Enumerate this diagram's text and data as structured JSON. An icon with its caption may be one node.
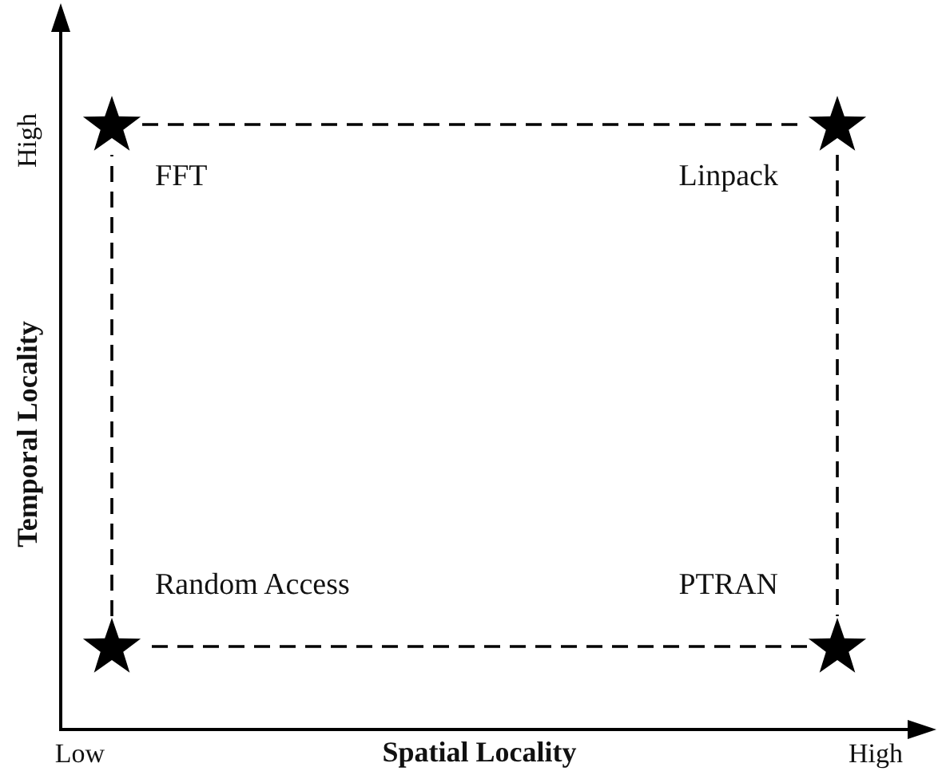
{
  "diagram": {
    "nodes": [
      {
        "text": [],
        "shape": "star",
        "beside": [
          "FFT"
        ]
      },
      {
        "text": [],
        "shape": "star",
        "beside": [
          "Linpack"
        ]
      },
      {
        "text": [],
        "shape": "star",
        "beside": [
          "Random Access"
        ]
      },
      {
        "text": [],
        "shape": "star",
        "beside": [
          "PTRAN"
        ]
      }
    ],
    "edges": [
      {
        "from": 0,
        "to": 1,
        "arrow": "none",
        "style": "dashed"
      },
      {
        "from": 1,
        "to": 3,
        "arrow": "none",
        "style": "dashed"
      },
      {
        "from": 3,
        "to": 2,
        "arrow": "none",
        "style": "dashed"
      },
      {
        "from": 2,
        "to": 0,
        "arrow": "none",
        "style": "dashed"
      }
    ],
    "labels": [
      "High",
      "Temporal Locality",
      "Low",
      "Spatial Locality",
      "High"
    ]
  }
}
